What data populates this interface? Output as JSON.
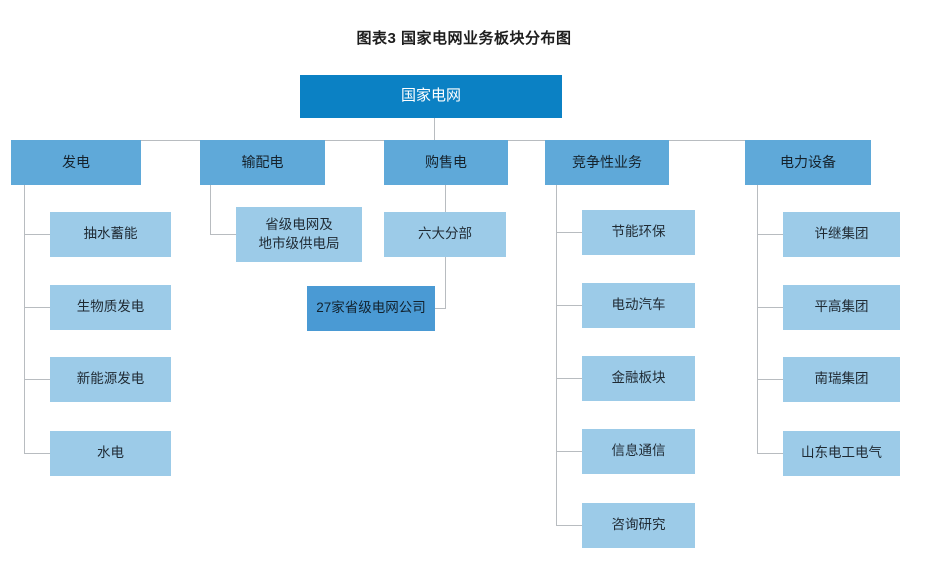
{
  "title": "图表3  国家电网业务板块分布图",
  "colors": {
    "root": "#0b81c4",
    "level2": "#5fa9d9",
    "leaf": "#9ccbe8",
    "highlight": "#4a9ad4",
    "connector": "#b8bcc0",
    "background": "#ffffff",
    "title_text": "#1d1d1d"
  },
  "chart_data": {
    "type": "diagram",
    "diagram_type": "organization-tree",
    "title": "图表3  国家电网业务板块分布图",
    "root": "国家电网",
    "branches": [
      {
        "name": "发电",
        "children": [
          "抽水蓄能",
          "生物质发电",
          "新能源发电",
          "水电"
        ]
      },
      {
        "name": "输配电",
        "children": [
          "省级电网及\n地市级供电局"
        ]
      },
      {
        "name": "购售电",
        "children": [
          "六大分部",
          "27家省级电网公司"
        ]
      },
      {
        "name": "竞争性业务",
        "children": [
          "节能环保",
          "电动汽车",
          "金融板块",
          "信息通信",
          "咨询研究"
        ]
      },
      {
        "name": "电力设备",
        "children": [
          "许继集团",
          "平高集团",
          "南瑞集团",
          "山东电工电气"
        ]
      }
    ]
  },
  "nodes": {
    "root": {
      "label": "国家电网"
    },
    "b1": {
      "label": "发电"
    },
    "b1c1": {
      "label": "抽水蓄能"
    },
    "b1c2": {
      "label": "生物质发电"
    },
    "b1c3": {
      "label": "新能源发电"
    },
    "b1c4": {
      "label": "水电"
    },
    "b2": {
      "label": "输配电"
    },
    "b2c1": {
      "label": "省级电网及\n地市级供电局"
    },
    "b3": {
      "label": "购售电"
    },
    "b3c1": {
      "label": "六大分部"
    },
    "b3c2": {
      "label": "27家省级电网公司"
    },
    "b4": {
      "label": "竞争性业务"
    },
    "b4c1": {
      "label": "节能环保"
    },
    "b4c2": {
      "label": "电动汽车"
    },
    "b4c3": {
      "label": "金融板块"
    },
    "b4c4": {
      "label": "信息通信"
    },
    "b4c5": {
      "label": "咨询研究"
    },
    "b5": {
      "label": "电力设备"
    },
    "b5c1": {
      "label": "许继集团"
    },
    "b5c2": {
      "label": "平高集团"
    },
    "b5c3": {
      "label": "南瑞集团"
    },
    "b5c4": {
      "label": "山东电工电气"
    }
  }
}
